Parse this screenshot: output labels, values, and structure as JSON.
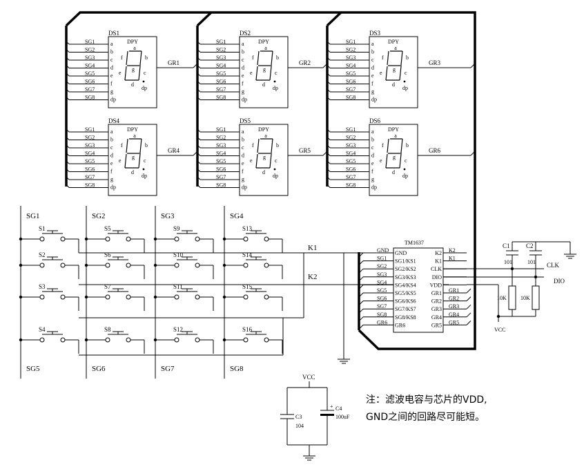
{
  "displays": [
    {
      "name": "DS1",
      "grid": "GR1"
    },
    {
      "name": "DS2",
      "grid": "GR2"
    },
    {
      "name": "DS3",
      "grid": "GR3"
    },
    {
      "name": "DS4",
      "grid": "GR4"
    },
    {
      "name": "DS5",
      "grid": "GR5"
    },
    {
      "name": "DS6",
      "grid": "GR6"
    }
  ],
  "display_pins_left": [
    "SG1",
    "SG2",
    "SG3",
    "SG4",
    "SG5",
    "SG6",
    "SG7",
    "SG8"
  ],
  "display_pins_inner": [
    "a",
    "b",
    "c",
    "d",
    "e",
    "f",
    "g",
    "dp"
  ],
  "display_dpy": "DPY",
  "digit_seg_labels": {
    "a": "a",
    "b": "b",
    "c": "c",
    "d": "d",
    "e": "e",
    "f": "f",
    "g": "g",
    "dp": "dp"
  },
  "keypad": {
    "top_labels": [
      "SG1",
      "SG2",
      "SG3",
      "SG4"
    ],
    "bottom_labels": [
      "SG5",
      "SG6",
      "SG7",
      "SG8"
    ],
    "switches": [
      [
        "S1",
        "S5",
        "S9",
        "S13"
      ],
      [
        "S2",
        "S6",
        "S10",
        "S14"
      ],
      [
        "S3",
        "S7",
        "S11",
        "S15"
      ],
      [
        "S4",
        "S8",
        "S12",
        "S16"
      ]
    ],
    "k1": "K1",
    "k2": "K2"
  },
  "chip": {
    "name": "TM1637",
    "left_pins": [
      "GND",
      "SG1/KS1",
      "SG2/KS2",
      "SG3/KS3",
      "SG4/KS4",
      "SG5/KS5",
      "SG6/KS6",
      "SG7/KS7",
      "SG8/KS8",
      "GR6"
    ],
    "right_pins": [
      "K2",
      "K1",
      "CLK",
      "DIO",
      "VDD",
      "GR1",
      "GR2",
      "GR3",
      "GR4",
      "GR5"
    ],
    "left_nets": [
      "GND",
      "SG1",
      "SG2",
      "SG3",
      "SG4",
      "SG5",
      "SG6",
      "SG7",
      "SG8",
      "GR6"
    ],
    "right_nets": [
      "K2",
      "K1",
      "",
      "",
      "",
      "GR1",
      "GR2",
      "GR3",
      "GR4",
      "GR5"
    ]
  },
  "passives": {
    "c1": "C1",
    "c1_val": "101",
    "c2": "C2",
    "c2_val": "101",
    "r1_val": "10K",
    "r2_val": "10K",
    "clk": "CLK",
    "dio": "DIO",
    "vcc": "VCC",
    "c3": "C3",
    "c3_val": "104",
    "c4": "C4",
    "c4_val": "100uF",
    "vcc2": "VCC",
    "plus": "+"
  },
  "note": {
    "line1": "注：滤波电容与芯片的VDD,",
    "line2": "GND之间的回路尽可能短。"
  }
}
